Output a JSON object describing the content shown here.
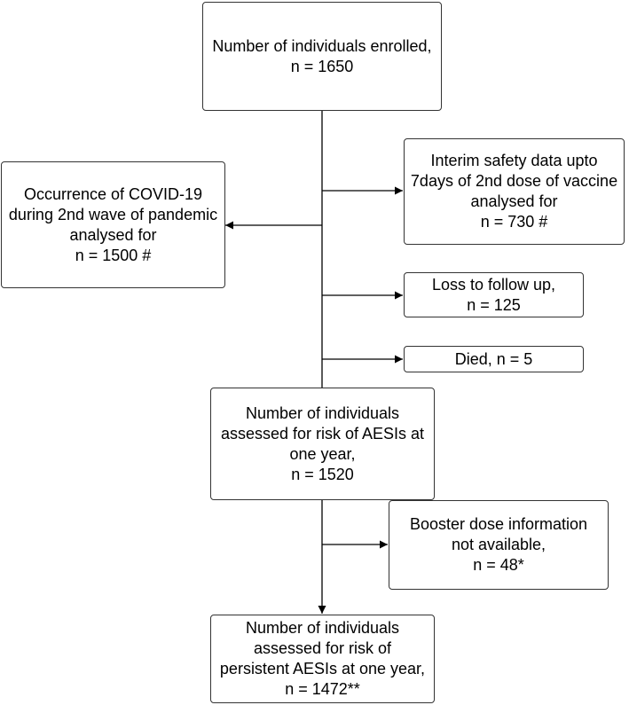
{
  "diagram": {
    "enrolled": {
      "lines": [
        "Number of individuals enrolled,",
        "n = 1650"
      ]
    },
    "interim": {
      "lines": [
        "Interim safety data upto",
        "7days of 2nd dose of vaccine",
        "analysed for",
        "n = 730 #"
      ]
    },
    "covid": {
      "lines": [
        "Occurrence of COVID-19",
        "during 2nd wave of pandemic",
        "analysed for",
        "n = 1500 #"
      ]
    },
    "loss": {
      "lines": [
        "Loss to follow up,",
        "n = 125"
      ]
    },
    "died": {
      "lines": [
        "Died, n = 5"
      ]
    },
    "assessed": {
      "lines": [
        "Number of individuals",
        "assessed for risk of AESIs at",
        "one year,",
        "n = 1520"
      ]
    },
    "booster": {
      "lines": [
        "Booster dose information",
        "not available,",
        "n = 48*"
      ]
    },
    "persistent": {
      "lines": [
        "Number of individuals",
        "assessed for risk of",
        "persistent AESIs at one year,",
        "n = 1472**"
      ]
    }
  }
}
